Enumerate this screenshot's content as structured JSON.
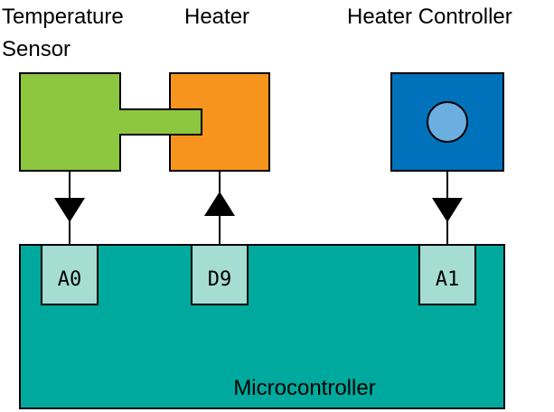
{
  "diagram": {
    "labels": {
      "temp_sensor_line1": "Temperature",
      "temp_sensor_line2": "Sensor",
      "heater": "Heater",
      "heater_controller": "Heater Controller",
      "microcontroller": "Microcontroller"
    },
    "pins": {
      "a0": "A0",
      "d9": "D9",
      "a1": "A1"
    },
    "colors": {
      "sensor": "#8dc63f",
      "heater": "#f7941d",
      "controller": "#0072bc",
      "knob": "#6baee0",
      "board": "#00a99d",
      "pin": "#a5ddd3",
      "stroke": "#000000"
    }
  }
}
